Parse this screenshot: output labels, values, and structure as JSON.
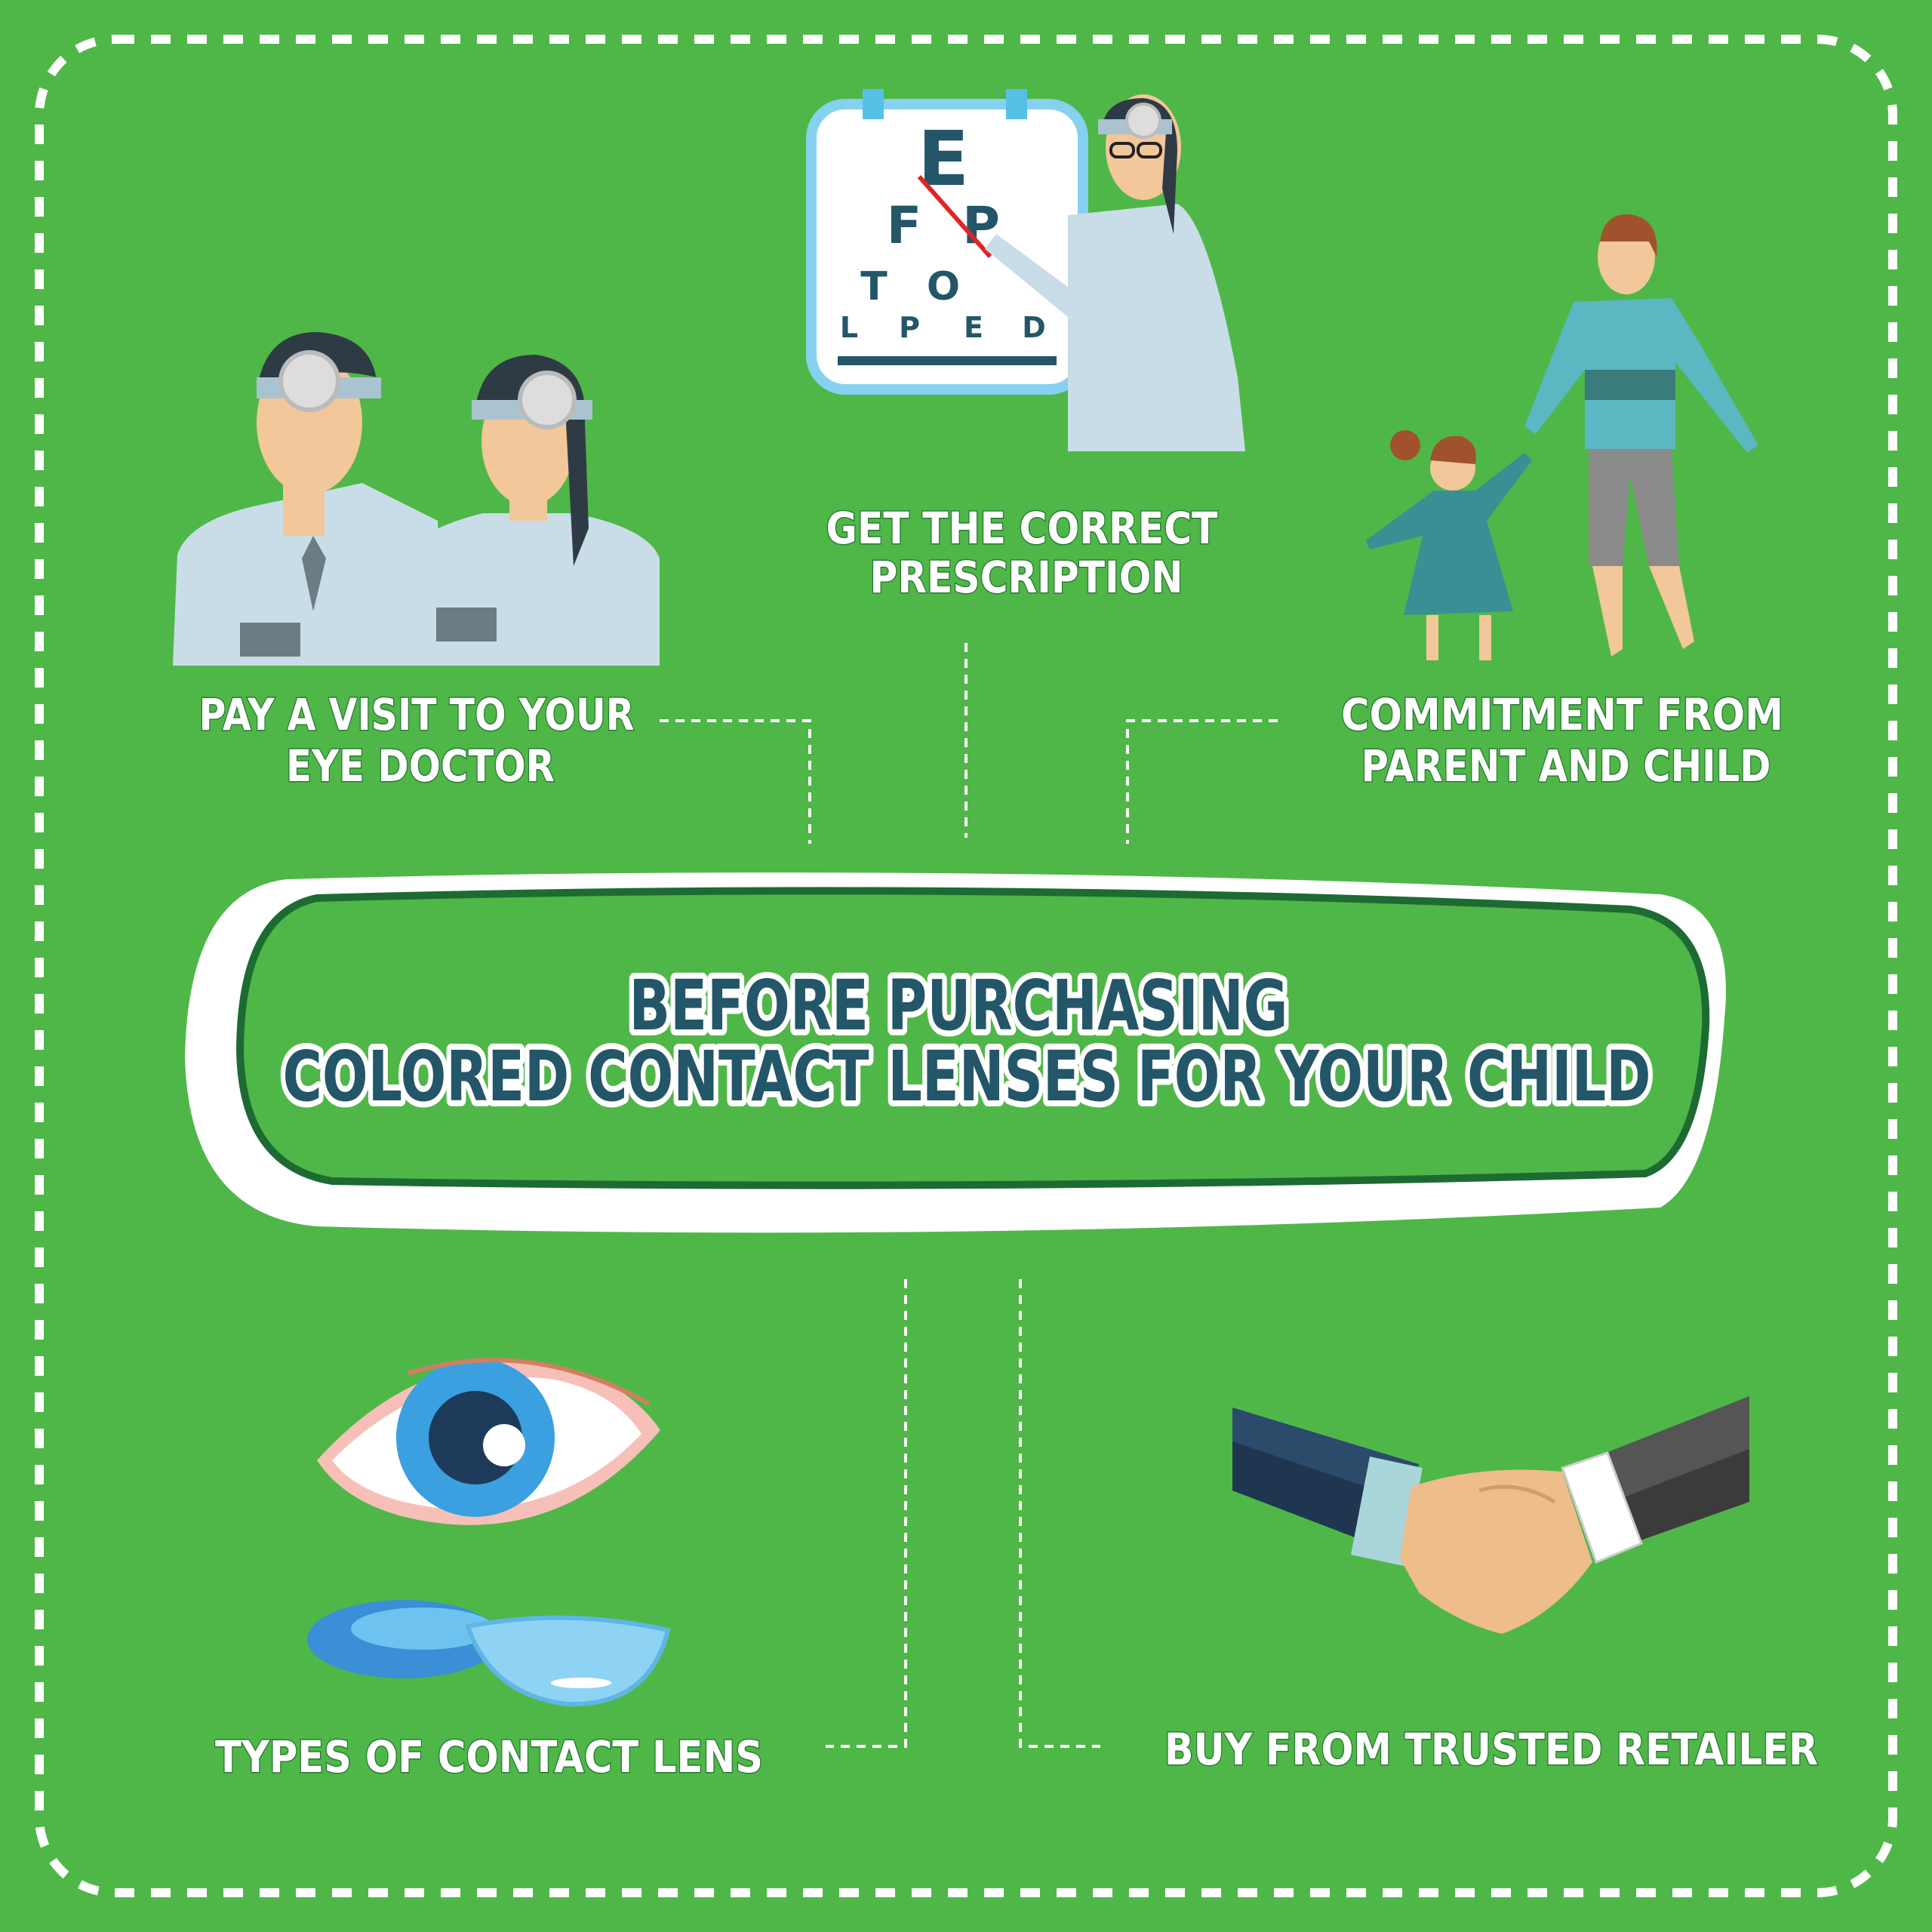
{
  "title": {
    "line1": "BEFORE PURCHASING",
    "line2": "COLORED CONTACT LENSES FOR YOUR CHILD"
  },
  "steps": [
    {
      "line1": "PAY A VISIT TO YOUR",
      "line2": "EYE DOCTOR",
      "icon": "doctors-icon"
    },
    {
      "line1": "GET THE CORRECT",
      "line2": "PRESCRIPTION",
      "icon": "eye-chart-icon"
    },
    {
      "line1": "COMMITMENT FROM",
      "line2": "PARENT AND CHILD",
      "icon": "parent-child-icon"
    },
    {
      "line1": "TYPES OF CONTACT LENS",
      "icon": "eye-and-lenses-icon"
    },
    {
      "line1": "BUY FROM TRUSTED RETAILER",
      "icon": "handshake-icon"
    }
  ],
  "eye_chart": {
    "row1": "E",
    "row2": [
      "F",
      "P"
    ],
    "row3": [
      "T",
      "O"
    ],
    "row4": [
      "L",
      "P",
      "E",
      "D"
    ]
  },
  "colors": {
    "background": "#4fb748",
    "title_text": "#235668",
    "label_text": "#ffffff",
    "border": "#ffffff"
  }
}
